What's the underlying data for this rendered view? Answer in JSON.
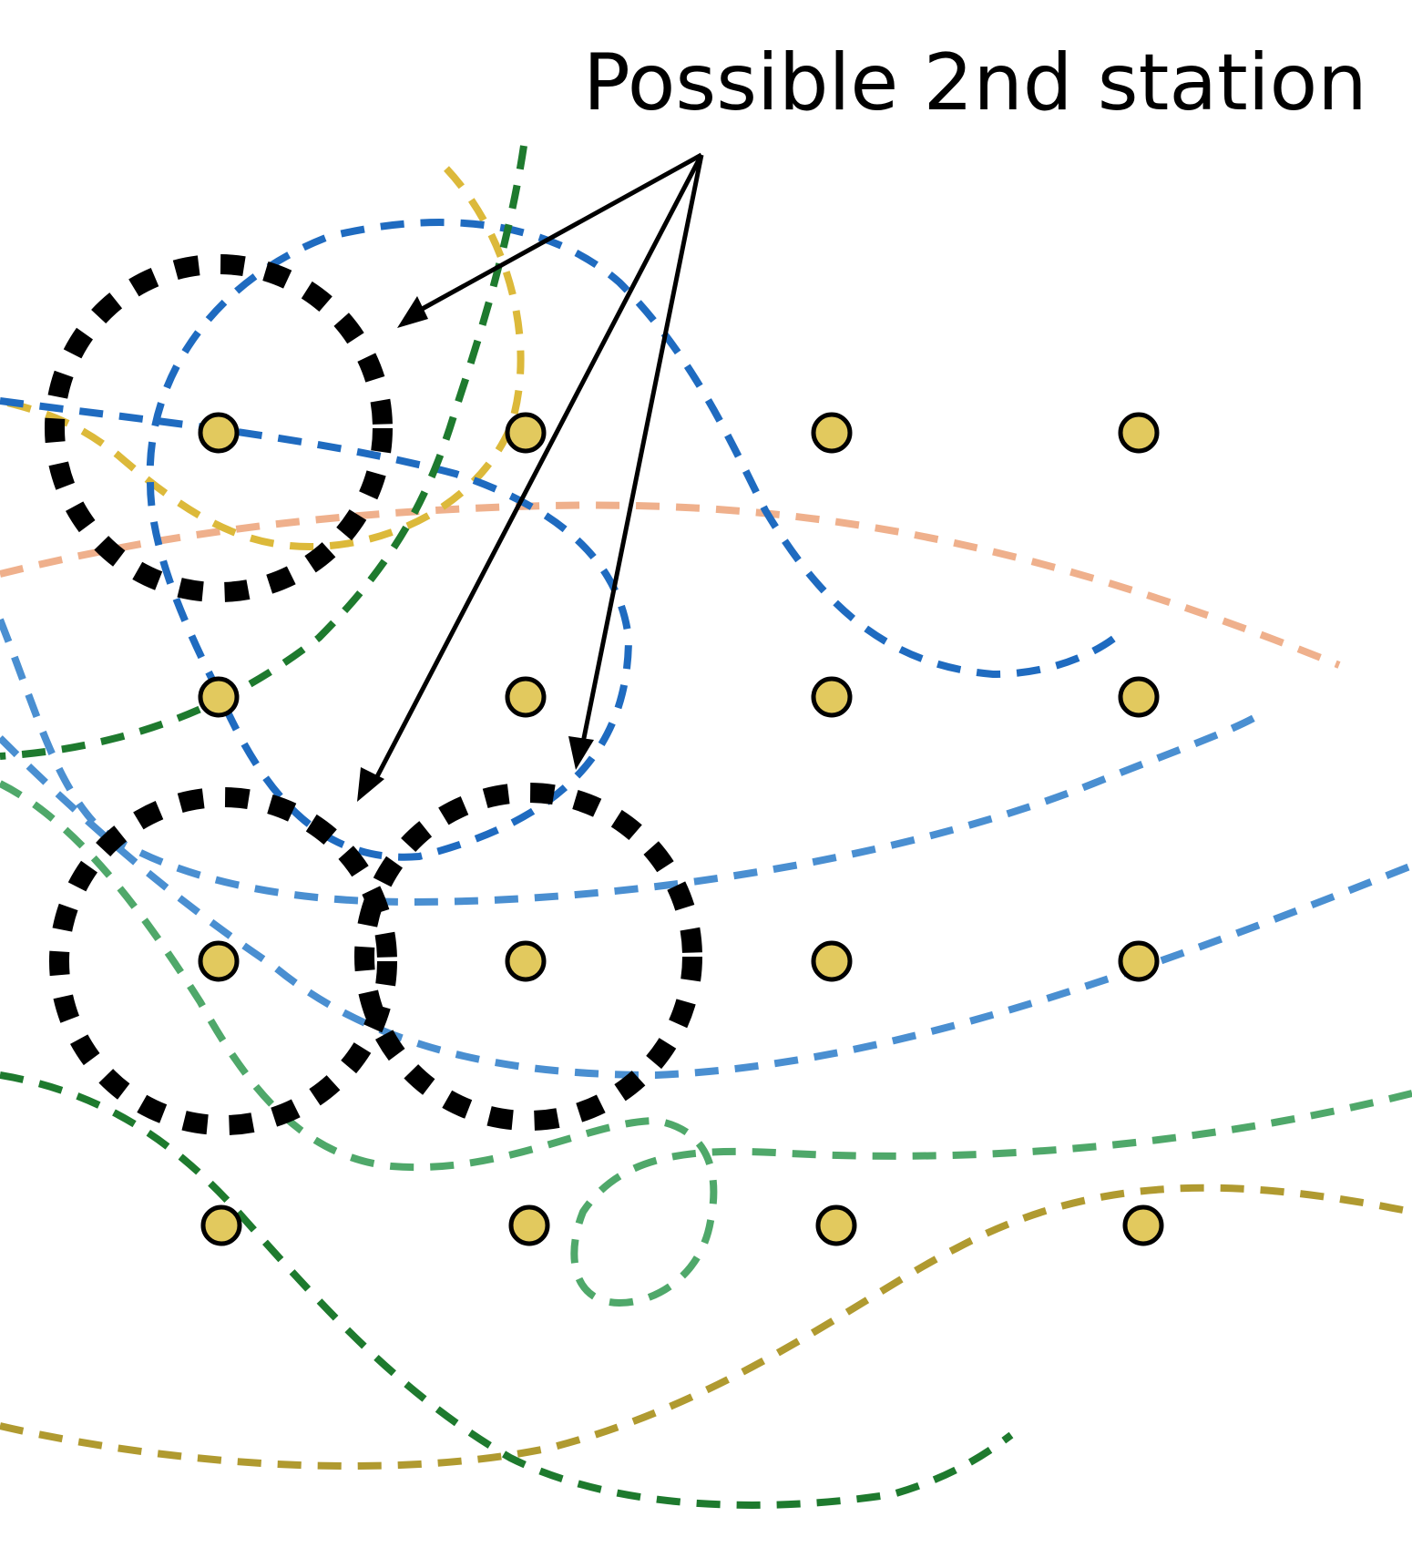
{
  "annotation": {
    "label": "Possible 2nd station"
  },
  "colors": {
    "station_fill": "#e2c95e",
    "station_stroke": "#000000",
    "candidate_circle": "#000000",
    "arrow": "#000000",
    "paths": [
      "#1f6bc0",
      "#4a8fd1",
      "#2f8c3f",
      "#4fa86a",
      "#dcb93a",
      "#efb08c",
      "#b09a30"
    ]
  },
  "icons": {
    "station": "circle-dot",
    "candidate": "dashed-circle",
    "pointer": "arrow"
  }
}
